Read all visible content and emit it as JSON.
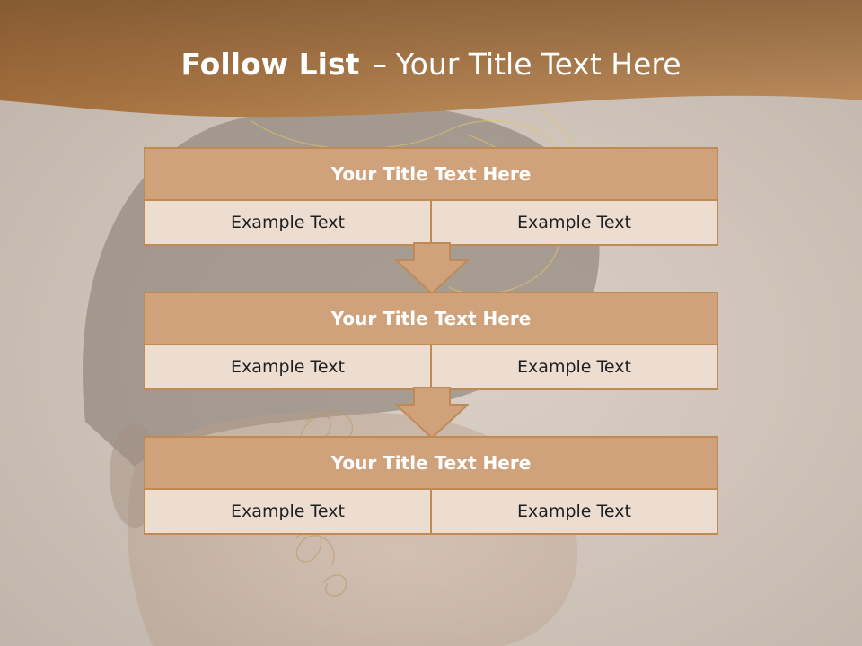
{
  "slide": {
    "title_bold": "Follow List",
    "title_sep": "–",
    "title_rest": "Your Title Text Here"
  },
  "colors": {
    "header": "#a56f3c",
    "box_border": "#c08a55",
    "box_header": "#cfa27c",
    "cell": "#eddcd0"
  },
  "boxes": [
    {
      "title": "Your Title Text Here",
      "left": "Example Text",
      "right": "Example Text"
    },
    {
      "title": "Your Title Text Here",
      "left": "Example Text",
      "right": "Example Text"
    },
    {
      "title": "Your Title Text Here",
      "left": "Example Text",
      "right": "Example Text"
    }
  ],
  "icons": [
    "down-arrow-icon",
    "down-arrow-icon"
  ]
}
